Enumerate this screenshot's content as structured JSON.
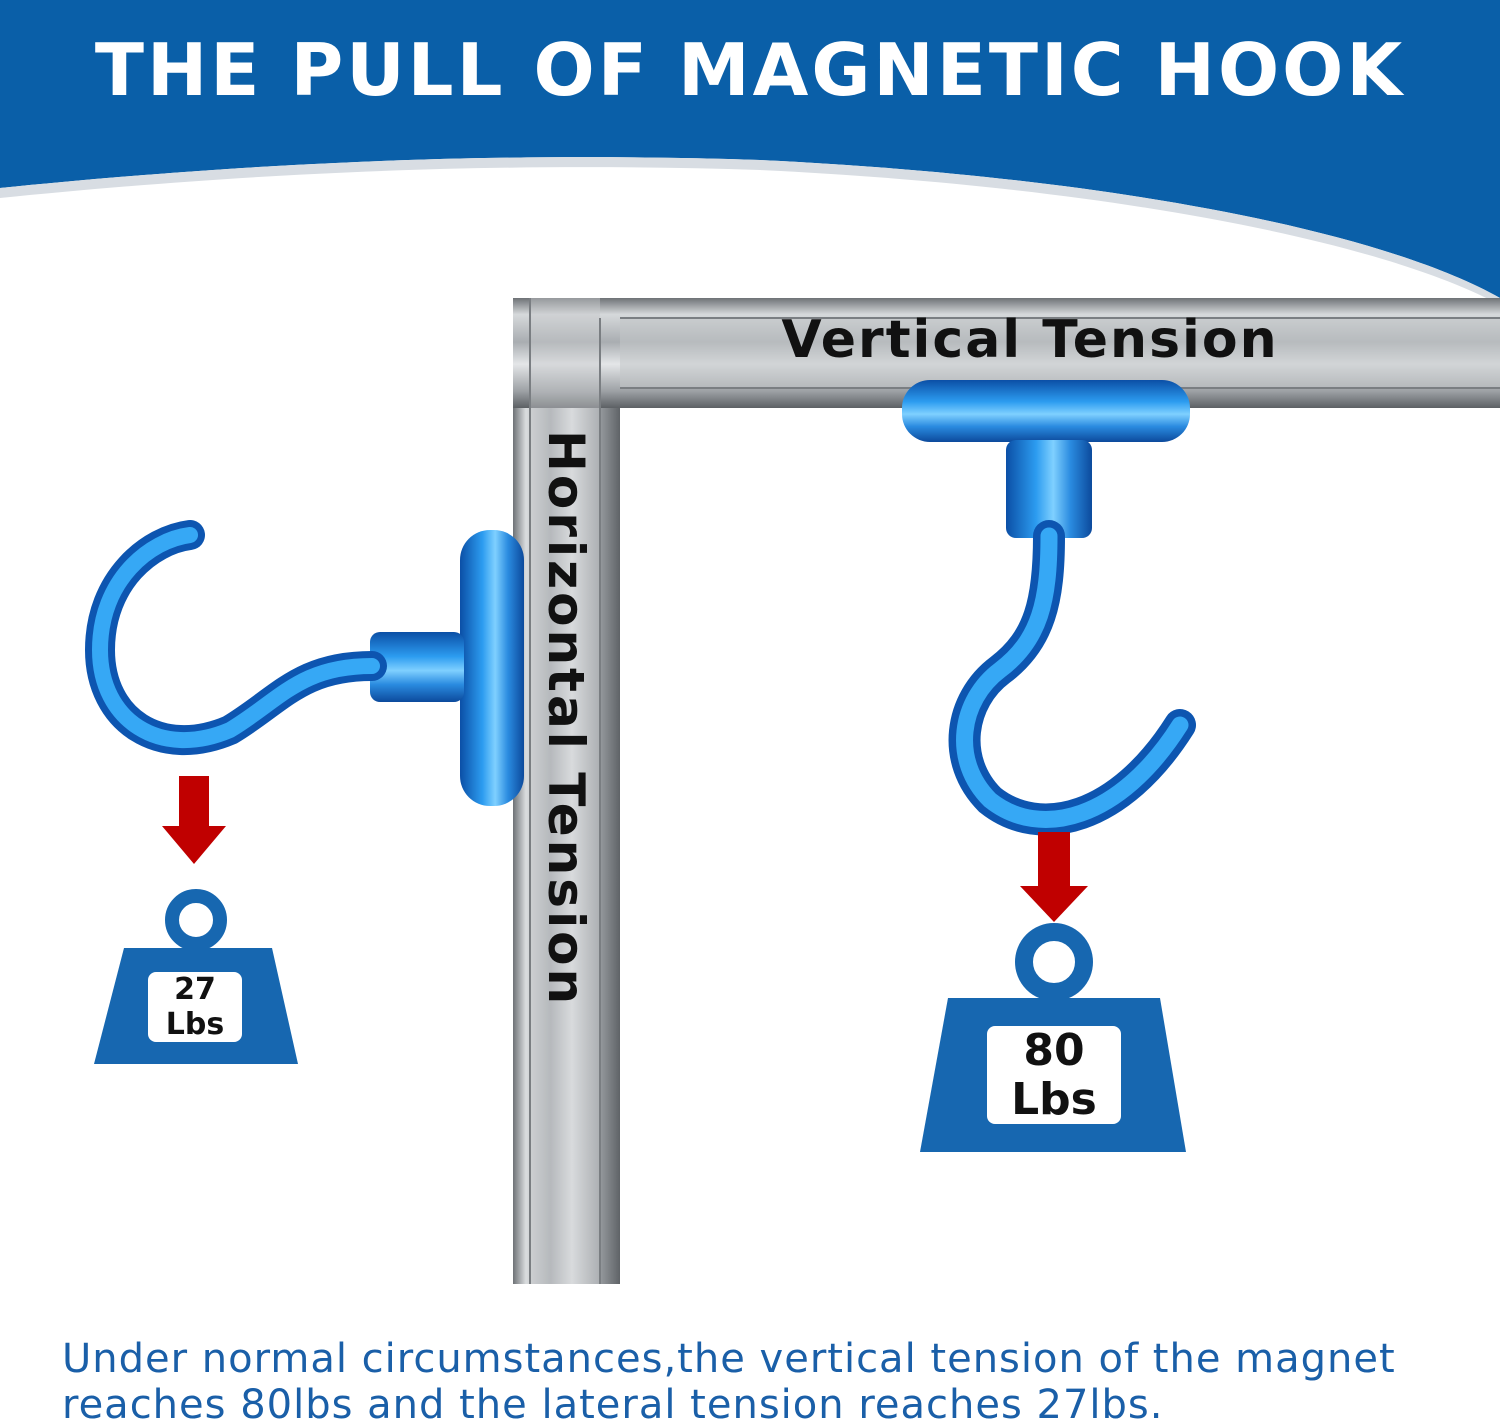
{
  "header": {
    "title": "THE PULL OF MAGNETIC HOOK"
  },
  "labels": {
    "vertical": "Vertical Tension",
    "horizontal": "Horizontal Tension"
  },
  "weights": {
    "horizontal": {
      "value": "27",
      "unit": "Lbs"
    },
    "vertical": {
      "value": "80",
      "unit": "Lbs"
    }
  },
  "caption": {
    "line1": "Under normal circumstances,the vertical tension of the magnet",
    "line2": "reaches 80lbs and the lateral tension reaches 27lbs."
  },
  "colors": {
    "banner": "#0a5fa8",
    "weight": "#1767b0",
    "arrow": "#c00000",
    "hook": "#1e90e8",
    "steel": "#b9bcbf",
    "caption": "#1a5fa8"
  },
  "icons": [
    "weight-icon",
    "down-arrow-icon",
    "hook-icon",
    "magnet-icon"
  ]
}
